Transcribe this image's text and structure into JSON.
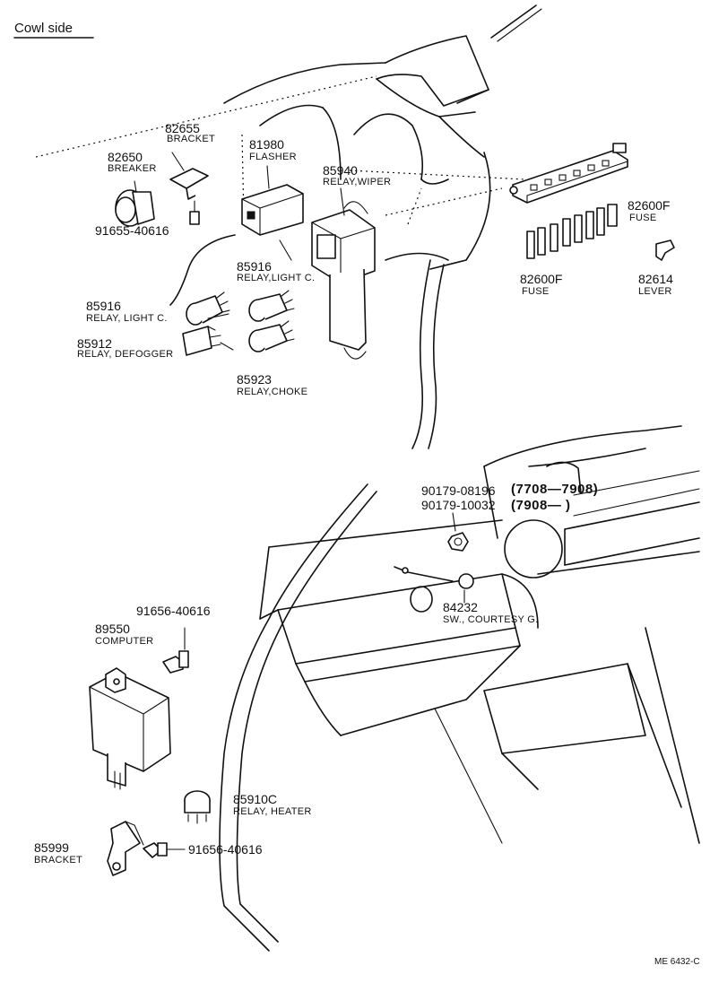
{
  "title": "Cowl  side",
  "drawing_code": "ME  6432-C",
  "parts": {
    "breaker": {
      "number": "82650",
      "name": "BREAKER"
    },
    "bracket_top": {
      "number": "82655",
      "name": "BRACKET"
    },
    "screw_top": {
      "number": "91655-40616"
    },
    "flasher": {
      "number": "81980",
      "name": "FLASHER"
    },
    "relay_wiper": {
      "number": "85940",
      "name": "RELAY,WIPER"
    },
    "relay_light_upper": {
      "number": "85916",
      "name": "RELAY,LIGHT C."
    },
    "relay_light_left": {
      "number": "85916",
      "name": "RELAY, LIGHT C."
    },
    "relay_defogger": {
      "number": "85912",
      "name": "RELAY, DEFOGGER"
    },
    "relay_choke": {
      "number": "85923",
      "name": "RELAY,CHOKE"
    },
    "fuse_upper": {
      "number": "82600F",
      "name": "FUSE"
    },
    "fuse_lower": {
      "number": "82600F",
      "name": "FUSE"
    },
    "lever": {
      "number": "82614",
      "name": "LEVER"
    },
    "nut_a": {
      "number": "90179-08196"
    },
    "nut_b": {
      "number": "90179-10032"
    },
    "date_range_a": "(7708—7908)",
    "date_range_b": "(7908—           )",
    "courtesy_switch": {
      "number": "84232",
      "name": "SW., COURTESY G."
    },
    "screw_computer": {
      "number": "91656-40616"
    },
    "computer": {
      "number": "89550",
      "name": "COMPUTER"
    },
    "relay_heater": {
      "number": "85910C",
      "name": "RELAY, HEATER"
    },
    "bracket_bottom": {
      "number": "85999",
      "name": "BRACKET"
    },
    "screw_bottom": {
      "number": "91656-40616"
    }
  }
}
